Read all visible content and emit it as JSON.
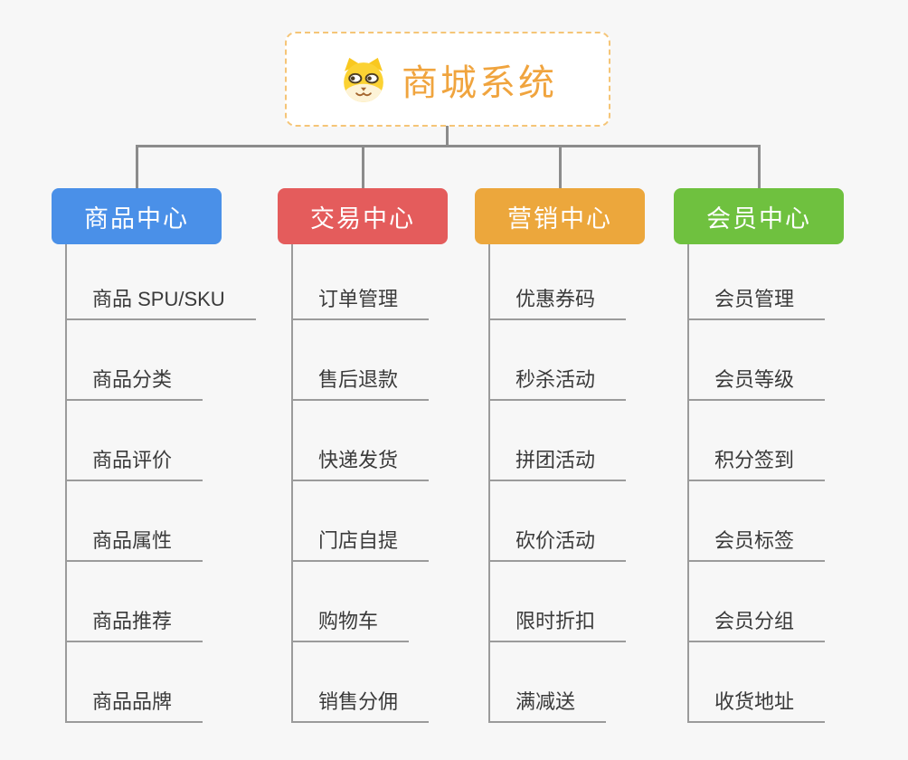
{
  "root": {
    "title": "商城系统",
    "icon": "doge-icon",
    "accent_color": "#f0a43e",
    "border_color": "#f5c577"
  },
  "background_color": "#f7f7f7",
  "connector_color": "#8c8c8c",
  "underline_color": "#9b9b9b",
  "branches": [
    {
      "id": "product-center",
      "label": "商品中心",
      "color": "#4a90e8",
      "items": [
        "商品 SPU/SKU",
        "商品分类",
        "商品评价",
        "商品属性",
        "商品推荐",
        "商品品牌"
      ]
    },
    {
      "id": "trade-center",
      "label": "交易中心",
      "color": "#e45c5c",
      "items": [
        "订单管理",
        "售后退款",
        "快递发货",
        "门店自提",
        "购物车",
        "销售分佣"
      ]
    },
    {
      "id": "marketing-center",
      "label": "营销中心",
      "color": "#eca73c",
      "items": [
        "优惠券码",
        "秒杀活动",
        "拼团活动",
        "砍价活动",
        "限时折扣",
        "满减送"
      ]
    },
    {
      "id": "member-center",
      "label": "会员中心",
      "color": "#6fc13f",
      "items": [
        "会员管理",
        "会员等级",
        "积分签到",
        "会员标签",
        "会员分组",
        "收货地址"
      ]
    }
  ]
}
